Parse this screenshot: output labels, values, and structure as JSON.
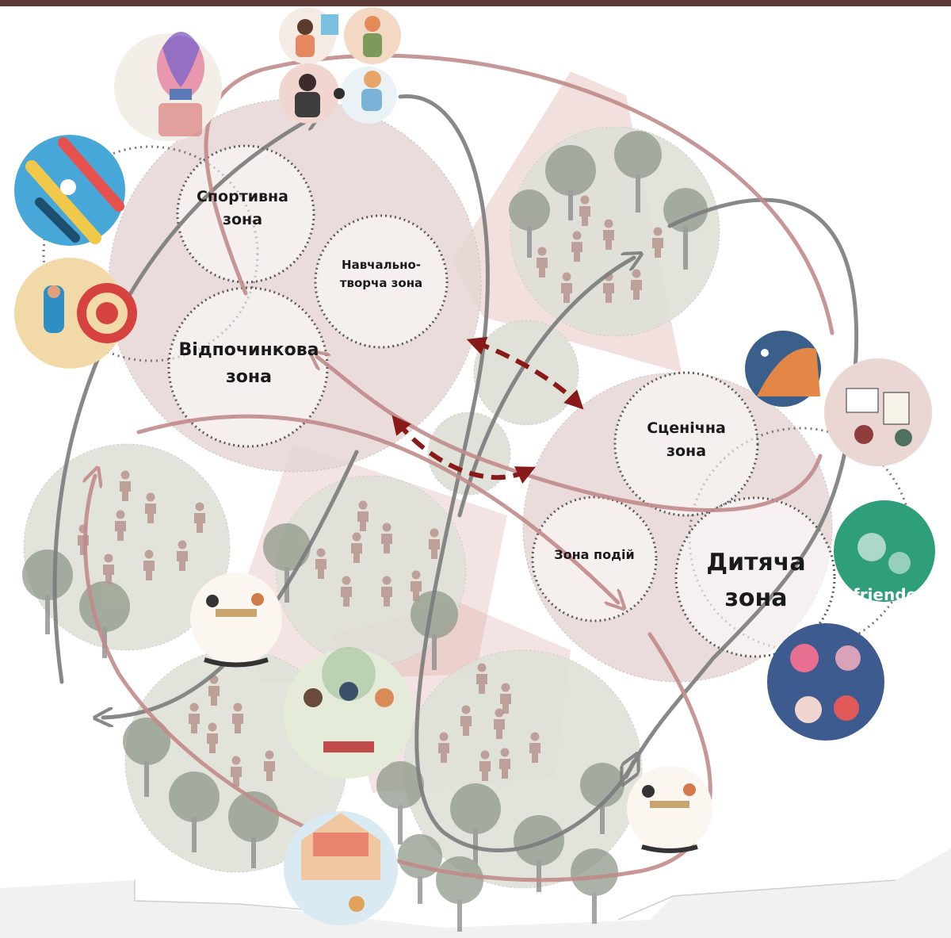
{
  "zones": {
    "sport": "Спортивна\nзона",
    "education": "Навчально-\nтворча зона",
    "rest": "Відпочинкова\nзона",
    "stage": "Сценічна\nзона",
    "events": "Зона подій",
    "kids": "Дитяча\nзона"
  },
  "images": [
    {
      "name": "balloon-illustration-icon"
    },
    {
      "name": "artists-illustration-icon"
    },
    {
      "name": "readers-illustration-icon"
    },
    {
      "name": "kayak-illustration-icon"
    },
    {
      "name": "beach-illustration-icon"
    },
    {
      "name": "stadium-illustration-icon"
    },
    {
      "name": "desk-illustration-icon"
    },
    {
      "name": "book-poster-icon"
    },
    {
      "name": "circle-people-icon"
    },
    {
      "name": "cafe-illustration-icon"
    },
    {
      "name": "picnic-illustration-icon"
    },
    {
      "name": "family-illustration-icon"
    }
  ],
  "poster_text": "friende",
  "colors": {
    "zone_fill": "#e6d6d4",
    "green_fill": "#dfe1d8",
    "tree": "#8f998a",
    "person": "#b89591",
    "arrow_gray": "#7c7c7c",
    "arrow_rose": "#c18b8b",
    "connector": "#8a1a1a",
    "topbar": "#5e3a37"
  }
}
